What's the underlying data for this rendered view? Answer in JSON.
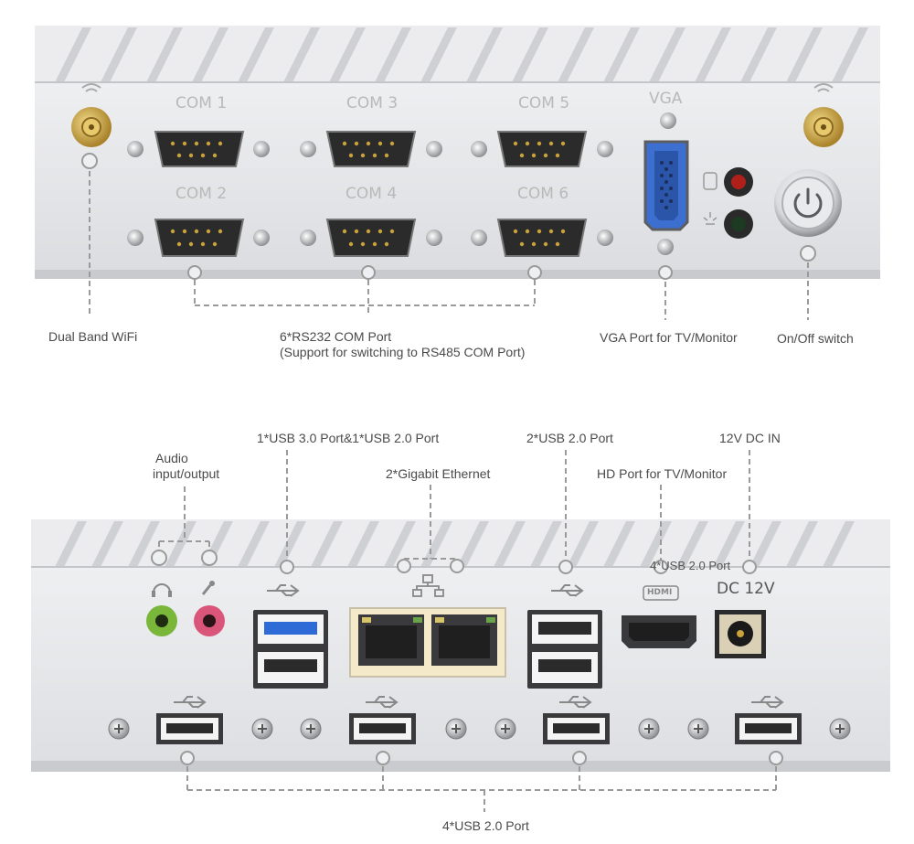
{
  "top_panel": {
    "com_labels": [
      "COM 1",
      "COM 3",
      "COM 5",
      "COM 2",
      "COM 4",
      "COM 6"
    ],
    "vga_label": "VGA"
  },
  "callouts_top": {
    "wifi": "Dual Band WiFi",
    "com_line1": "6*RS232 COM Port",
    "com_line2": "(Support for switching to RS485 COM Port)",
    "vga": "VGA Port for TV/Monitor",
    "power": "On/Off switch"
  },
  "bottom_panel": {
    "hdmi_logo": "HDMI",
    "dc_label": "DC 12V",
    "overlap_label": "4*USB 2.0 Port"
  },
  "callouts_bottom": {
    "audio_line1": "Audio",
    "audio_line2": "input/output",
    "usb3": "1*USB 3.0 Port&1*USB 2.0 Port",
    "ethernet": "2*Gigabit Ethernet",
    "usb2_right": "2*USB 2.0 Port",
    "hd": "HD Port for TV/Monitor",
    "dc": "12V DC IN",
    "usb_bottom": "4*USB 2.0 Port"
  },
  "colors": {
    "chassis": "#e6e7e9",
    "fins": "#f3f4f5",
    "connector": "#2b2b2b",
    "vga_blue": "#3d6fd0",
    "usb3_blue": "#2f6bd6",
    "audio_green": "#7ab63a",
    "audio_pink": "#d9557a",
    "gold": "#c9a23a",
    "led_red": "#b0201b",
    "leader": "#9a9a9a"
  }
}
